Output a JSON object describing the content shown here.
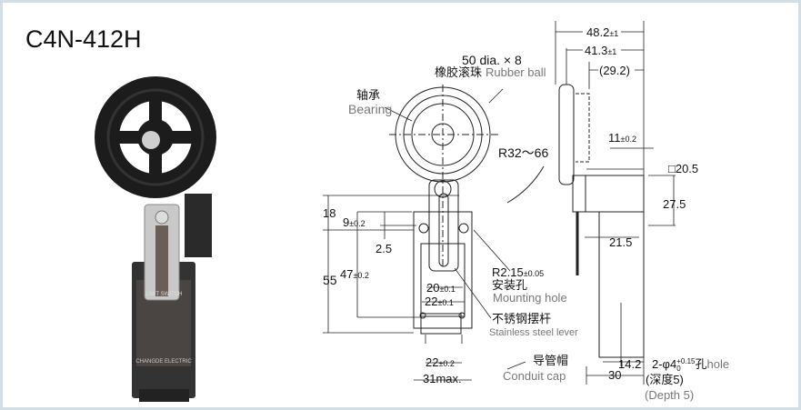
{
  "title": "C4N-412H",
  "photo": {
    "brand_text": "CHANGDE ELECTRIC",
    "plate_text": "LIMIT SWITCH"
  },
  "front_view": {
    "rubber_ball_dim": "50 dia. × 8",
    "rubber_ball_cn": "橡胶滚珠",
    "rubber_ball_en": "Rubber ball",
    "bearing_cn": "轴承",
    "bearing_en": "Bearing",
    "radius": "R32～66",
    "dim_18": "18",
    "dim_9": "9",
    "dim_9_tol": "±0.2",
    "dim_2_5": "2.5",
    "dim_55": "55",
    "dim_47": "47",
    "dim_47_tol": "±0.2",
    "mount_r": "R2.15",
    "mount_r_tol": "±0.05",
    "mount_cn": "安装孔",
    "mount_en": "Mounting hole",
    "dim_20": "20",
    "dim_20_tol": "±0.1",
    "dim_22a": "22",
    "dim_22a_tol": "±0.1",
    "lever_cn": "不锈钢摆杆",
    "lever_en": "Stainless steel lever",
    "conduit_cn": "导管帽",
    "conduit_en": "Conduit cap",
    "dim_22b": "22",
    "dim_22b_tol": "±0.2",
    "dim_31": "31max."
  },
  "side_view": {
    "dim_48_2": "48.2",
    "dim_48_2_tol": "±1",
    "dim_41_3": "41.3",
    "dim_41_3_tol": "±1",
    "dim_29_2": "(29.2)",
    "dim_11": "11",
    "dim_11_tol": "±0.2",
    "dim_20_5": "□20.5",
    "dim_27_5": "27.5",
    "dim_21_5": "21.5",
    "dim_14_2": "14.2",
    "dim_30": "30",
    "hole_spec": "2-φ4",
    "hole_sup": "+0.15",
    "hole_sub": "0",
    "hole_cn": "孔",
    "hole_en": "hole",
    "depth_cn": "(深度5)",
    "depth_en": "(Depth 5)"
  }
}
